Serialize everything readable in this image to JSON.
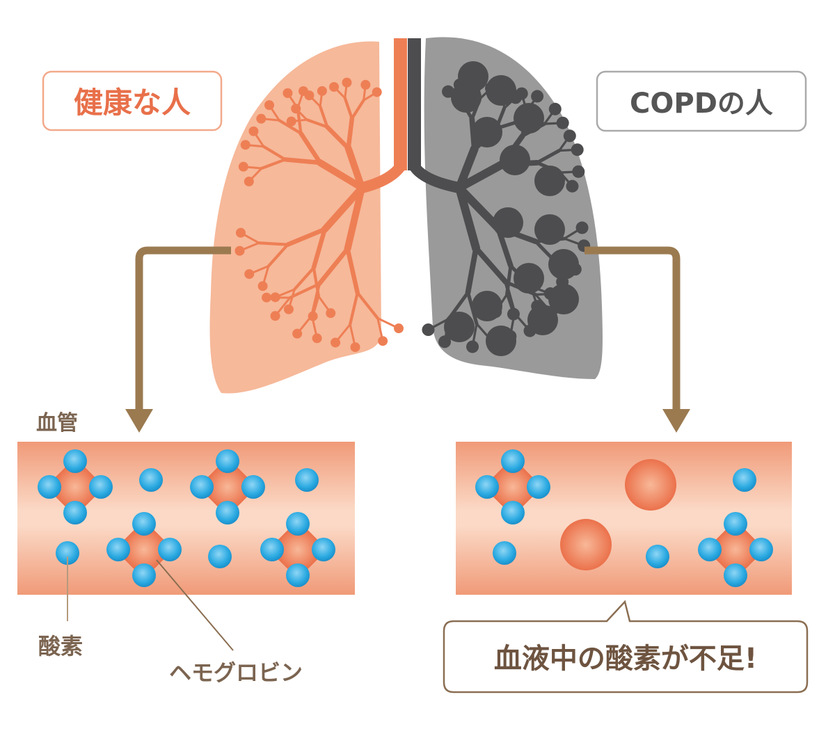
{
  "labels": {
    "healthy": "健康な人",
    "copd": "COPDの人",
    "vessel": "血管",
    "oxygen": "酸素",
    "hemoglobin": "ヘモグロビン",
    "callout": "血液中の酸素が不足!"
  },
  "colors": {
    "healthy_accent": "#e8704a",
    "healthy_lung": "#f6b99a",
    "copd_lung": "#9a9a9a",
    "copd_dark": "#4d4d4f",
    "arrow": "#9b7a50",
    "oxygen": "#29a8e0",
    "hemoglobin": "#ea7650",
    "text_brown": "#7b6450"
  }
}
